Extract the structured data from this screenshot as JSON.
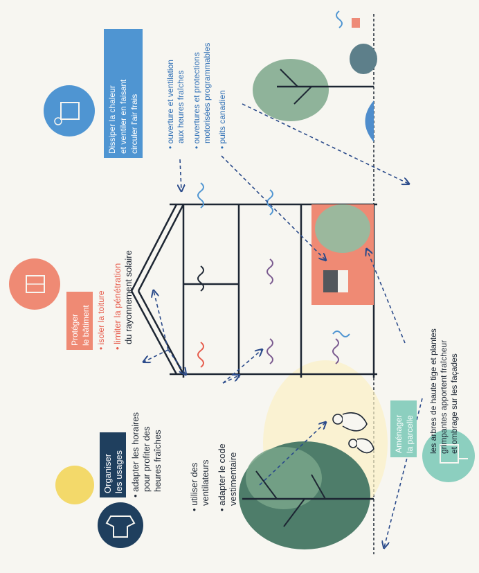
{
  "colors": {
    "navy": "#1f3f5e",
    "coral": "#ef8a74",
    "blue": "#4f95d2",
    "teal_green": "#8ccfbf",
    "yellow": "#f3d96a",
    "tree_dark": "#3f6b5c",
    "tree_light": "#7fa88e",
    "accent_red": "#e65b4b",
    "accent_purple": "#7a5a8f",
    "ink": "#1d2633"
  },
  "usages": {
    "title_line1": "Organiser",
    "title_line2": "les usages",
    "bullet1_l1": "• adapter les horaires",
    "bullet1_l2": "pour profiter des",
    "bullet1_l3": "heures fraîches",
    "bullet2_l1": "• utiliser des",
    "bullet2_l2": "ventilateurs",
    "bullet3_l1": "• adapter le code",
    "bullet3_l2": "vestimentaire",
    "icon": "shirt-icon"
  },
  "batiment": {
    "title_line1": "Protéger",
    "title_line2": "le bâtiment",
    "bullet1": "• isoler la toiture",
    "bullet2_l1": "• limiter la pénétration",
    "bullet2_l2": "du rayonnement solaire",
    "icon": "building-sun-icon"
  },
  "chaleur": {
    "title_line1": "Dissiper la chaleur",
    "title_line2": "et ventiler en faisant",
    "title_line3": "circuler l'air frais",
    "bullet1_l1": "• ouverture et ventilation",
    "bullet1_l2": "aux heures fraîches",
    "bullet2_l1": "• ouvertures et protections",
    "bullet2_l2": "motorisées programmables",
    "bullet3": "• puits canadien",
    "icon": "building-fan-icon"
  },
  "parcelle": {
    "title_line1": "Aménager",
    "title_line2": "la parcelle",
    "text_l1": "les arbres de haute tige et plantes",
    "text_l2": "grimpantes apportent fraîcheur",
    "text_l3": "et ombrage sur les façades",
    "icon": "building-plant-icon"
  }
}
